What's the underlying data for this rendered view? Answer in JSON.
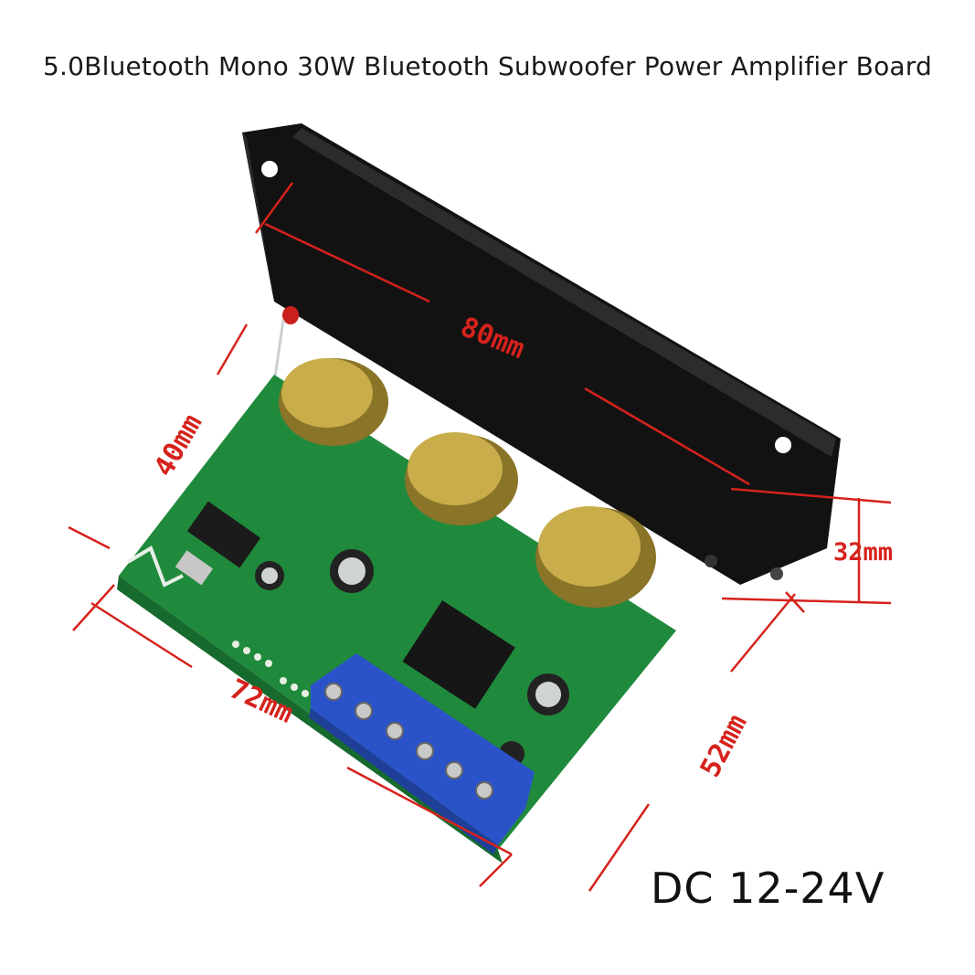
{
  "title": "5.0Bluetooth Mono 30W Bluetooth Subwoofer Power Amplifier Board",
  "voltage": "DC 12-24V",
  "dimensions": {
    "width_front": "80mm",
    "depth_side": "40mm",
    "height": "32mm",
    "board_length": "72mm",
    "board_width": "52mm"
  },
  "colors": {
    "dimension_line": "#d6221c",
    "panel": "#121212",
    "pcb": "#1f8a3c",
    "terminal": "#2b53c9",
    "knob": "#b59a3a"
  }
}
